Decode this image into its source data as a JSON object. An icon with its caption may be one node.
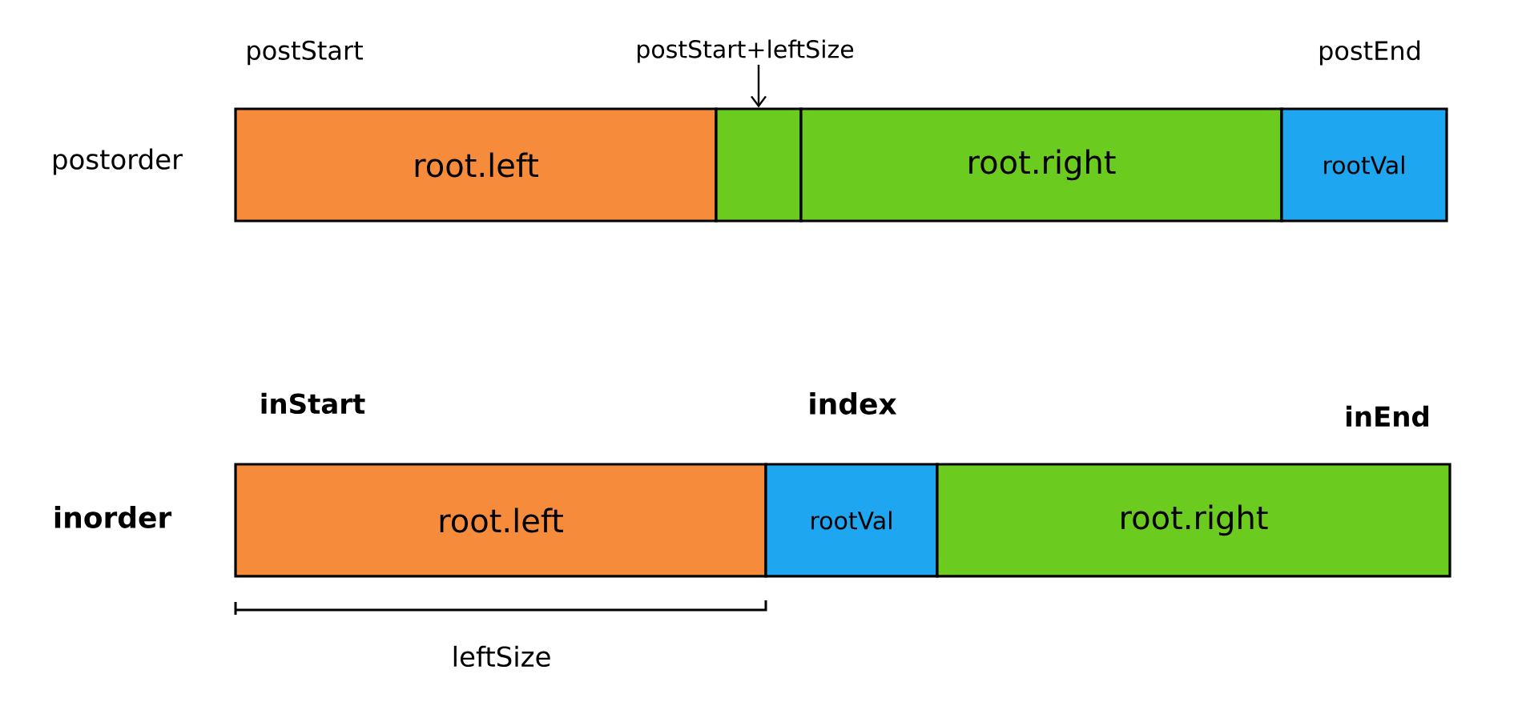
{
  "diagram": {
    "nodes": [
      {
        "text": [
          "postStart+leftSize"
        ]
      },
      {
        "text": [
          "root.left"
        ]
      },
      {
        "text": [],
        "shape": "box"
      },
      {
        "text": [
          "root.right"
        ]
      },
      {
        "text": [
          "rootVal"
        ]
      },
      {
        "text": [
          "root.left"
        ]
      },
      {
        "text": [
          "rootVal"
        ]
      },
      {
        "text": [
          "root.right"
        ]
      }
    ],
    "edges": [
      {
        "from": 0,
        "to": 2,
        "arrow": "to"
      }
    ],
    "labels": [
      "postStart",
      "postEnd",
      "postorder",
      "inStart",
      "index",
      "inEnd",
      "inorder",
      "leftSize"
    ]
  }
}
